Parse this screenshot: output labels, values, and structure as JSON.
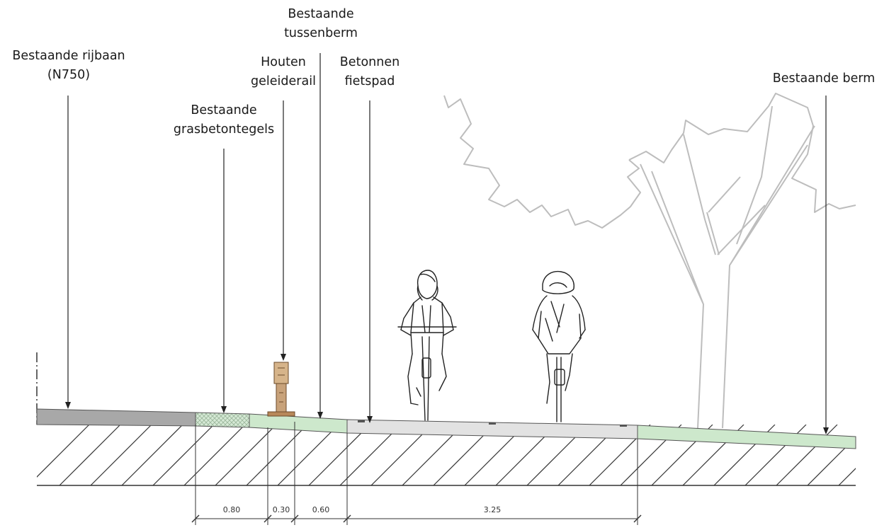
{
  "labels": {
    "rijbaan": {
      "line1": "Bestaande rijbaan",
      "line2": "(N750)"
    },
    "grasbeton": {
      "line1": "Bestaande",
      "line2": "grasbetontegels"
    },
    "geleiderail": {
      "line1": "Houten",
      "line2": "geleiderail"
    },
    "tussenberm": {
      "line1": "Bestaande",
      "line2": "tussenberm"
    },
    "fietspad": {
      "line1": "Betonnen",
      "line2": "fietspad"
    },
    "berm": {
      "line1": "Bestaande berm"
    }
  },
  "dimensions": [
    "0.80",
    "0.30",
    "0.60",
    "3.25"
  ],
  "colors": {
    "asphalt": "#a8a8a8",
    "grass_tiles": "#cfe6cf",
    "berm_green": "#cde8cc",
    "concrete": "#e2e2e2",
    "rail_wood": "#c8a27a",
    "tree_line": "#bdbdbd",
    "ink": "#1a1a1a"
  }
}
